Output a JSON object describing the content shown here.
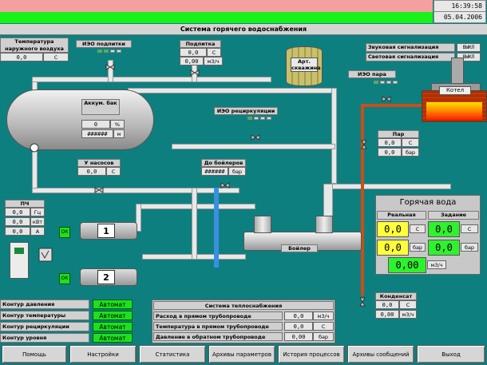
{
  "header": {
    "time": "16:39:58",
    "date": "05.04.2006"
  },
  "title": "Система горячего водоснабжения",
  "outdoor": {
    "label": "Температура наружного воздуха",
    "value": "0,0",
    "unit": "C"
  },
  "iev_feed": {
    "label": "ИЭО подпитки"
  },
  "feed": {
    "label": "Подпитка",
    "value1": "0,0",
    "unit1": "C",
    "value2": "0,00",
    "unit2": "м3/ч"
  },
  "art_well": {
    "label": "Арт. скважина"
  },
  "alarms": {
    "sound_label": "Звуковая сигнализация",
    "sound_value": "ВЫКЛ",
    "light_label": "Световая сигнализация",
    "light_value": "ВЫКЛ"
  },
  "iev_steam": {
    "label": "ИЭО пара"
  },
  "boiler_house": {
    "label": "Котел"
  },
  "accum": {
    "label": "Аккум. бак",
    "value1": "0",
    "unit1": "%",
    "value2": "######",
    "unit2": "м"
  },
  "iev_recirc": {
    "label": "ИЭО рециркуляции"
  },
  "steam": {
    "label": "Пар",
    "value1": "0,0",
    "unit1": "C",
    "value2": "0,0",
    "unit2": "бар"
  },
  "pump_in": {
    "label": "У насосов",
    "value": "0,0",
    "unit": "C"
  },
  "before_boilers": {
    "label": "До бойлеров",
    "value": "######",
    "unit": "бар"
  },
  "vfd": {
    "label": "ПЧ",
    "rows": [
      {
        "value": "0,0",
        "unit": "Гц"
      },
      {
        "value": "0,0",
        "unit": "кВт"
      },
      {
        "value": "0,0",
        "unit": "А"
      }
    ],
    "ok1": "ОК",
    "ok2": "ОК"
  },
  "pumps": {
    "p1": "1",
    "p2": "2"
  },
  "boiler": {
    "label": "Бойлер"
  },
  "hot_water": {
    "title": "Горячая вода",
    "real": "Реальная",
    "setpoint": "Задание",
    "t_real": "0,0",
    "t_unit": "C",
    "t_set": "0,0",
    "t_set_unit": "C",
    "p_real": "0,0",
    "p_unit": "бар",
    "p_set": "0,0",
    "p_set_unit": "бар",
    "flow": "0,00",
    "flow_unit": "м3/ч"
  },
  "condensate": {
    "label": "Конденсат",
    "value1": "0,0",
    "unit1": "C",
    "value2": "0,00",
    "unit2": "м3/ч"
  },
  "loops": [
    {
      "label": "Контур давления",
      "state": "Автомат"
    },
    {
      "label": "Контур температуры",
      "state": "Автомат"
    },
    {
      "label": "Контур рециркуляции",
      "state": "Автомат"
    },
    {
      "label": "Контур уровня",
      "state": "Автомат"
    }
  ],
  "heat": {
    "title": "Система теплоснабжения",
    "rows": [
      {
        "label": "Расход в прямом трубопроводе",
        "value": "0,0",
        "unit": "м3/ч"
      },
      {
        "label": "Температура в прямом трубопроводе",
        "value": "0,0",
        "unit": "C"
      },
      {
        "label": "Давление в обратном трубопроводе",
        "value": "0,00",
        "unit": "бар"
      }
    ]
  },
  "menu": [
    "Помощь",
    "Настройки",
    "Статистика",
    "Архивы параметров",
    "История процессов",
    "Архивы сообщений",
    "Выход"
  ]
}
